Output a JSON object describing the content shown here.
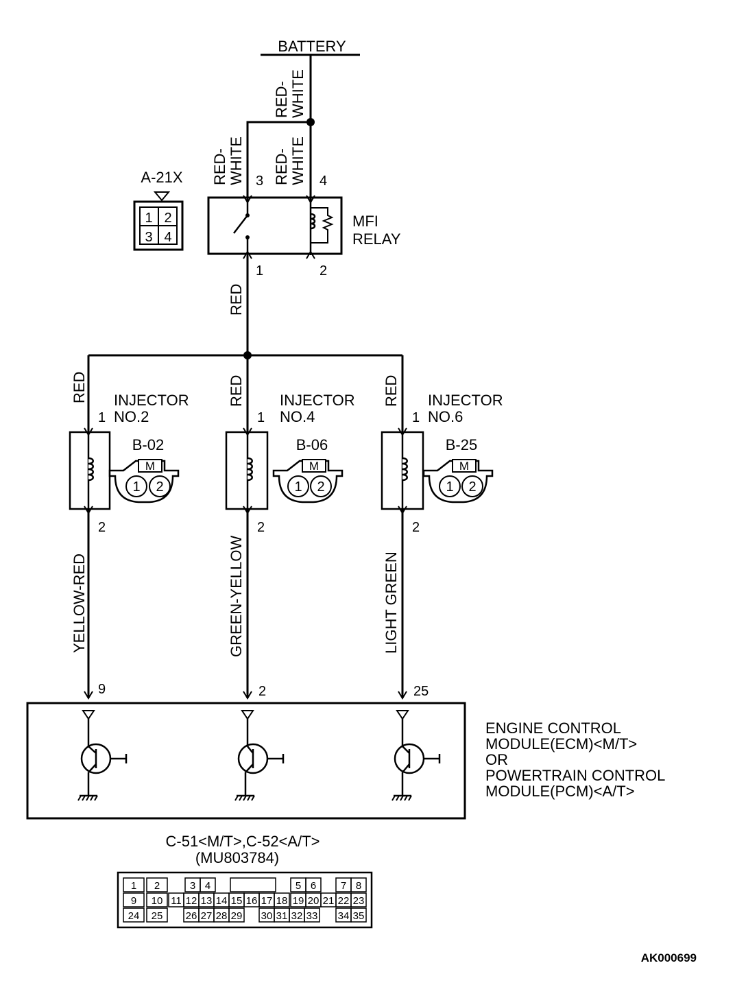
{
  "battery": "BATTERY",
  "wire_colors": {
    "battery_feed": "RED-WHITE",
    "relay_pin3_line1": "RED-",
    "relay_pin3_line2": "WHITE",
    "relay_pin4_line1": "RED-",
    "relay_pin4_line2": "WHITE",
    "feed_line1": "RED-",
    "feed_line2": "WHITE",
    "relay_out": "RED",
    "inj2_in": "RED",
    "inj4_in": "RED",
    "inj6_in": "RED",
    "inj2_out": "YELLOW-RED",
    "inj4_out": "GREEN-YELLOW",
    "inj6_out": "LIGHT GREEN"
  },
  "relay": {
    "name_line1": "MFI",
    "name_line2": "RELAY",
    "connector": "A-21X",
    "connector_pins": [
      "1",
      "2",
      "3",
      "4"
    ],
    "pins": {
      "p1": "1",
      "p2": "2",
      "p3": "3",
      "p4": "4"
    }
  },
  "injectors": [
    {
      "title_line1": "INJECTOR",
      "title_line2": "NO.2",
      "connector": "B-02",
      "pin_in": "1",
      "pin_out": "2",
      "ecm_pin": "9",
      "conn_pin1": "1",
      "conn_pin2": "2",
      "mark": "M"
    },
    {
      "title_line1": "INJECTOR",
      "title_line2": "NO.4",
      "connector": "B-06",
      "pin_in": "1",
      "pin_out": "2",
      "ecm_pin": "2",
      "conn_pin1": "1",
      "conn_pin2": "2",
      "mark": "M"
    },
    {
      "title_line1": "INJECTOR",
      "title_line2": "NO.6",
      "connector": "B-25",
      "pin_in": "1",
      "pin_out": "2",
      "ecm_pin": "25",
      "conn_pin1": "1",
      "conn_pin2": "2",
      "mark": "M"
    }
  ],
  "ecm": {
    "lines": [
      "ENGINE CONTROL",
      "MODULE(ECM)<M/T>",
      "OR",
      "POWERTRAIN CONTROL",
      "MODULE(PCM)<A/T>"
    ]
  },
  "ecm_connector": {
    "title": "C-51<M/T>,C-52<A/T>",
    "part_no": "(MU803784)",
    "rows": [
      [
        "1",
        "2",
        "",
        "3",
        "4",
        "",
        "",
        "",
        "",
        "5",
        "6",
        "",
        "7",
        "8"
      ],
      [
        "9",
        "10",
        "11",
        "12",
        "13",
        "14",
        "15",
        "16",
        "17",
        "18",
        "19",
        "20",
        "21",
        "22",
        "23"
      ],
      [
        "24",
        "25",
        "",
        "26",
        "27",
        "28",
        "29",
        "",
        "30",
        "31",
        "32",
        "33",
        "",
        "34",
        "35"
      ]
    ]
  },
  "figure_code": "AK000699"
}
